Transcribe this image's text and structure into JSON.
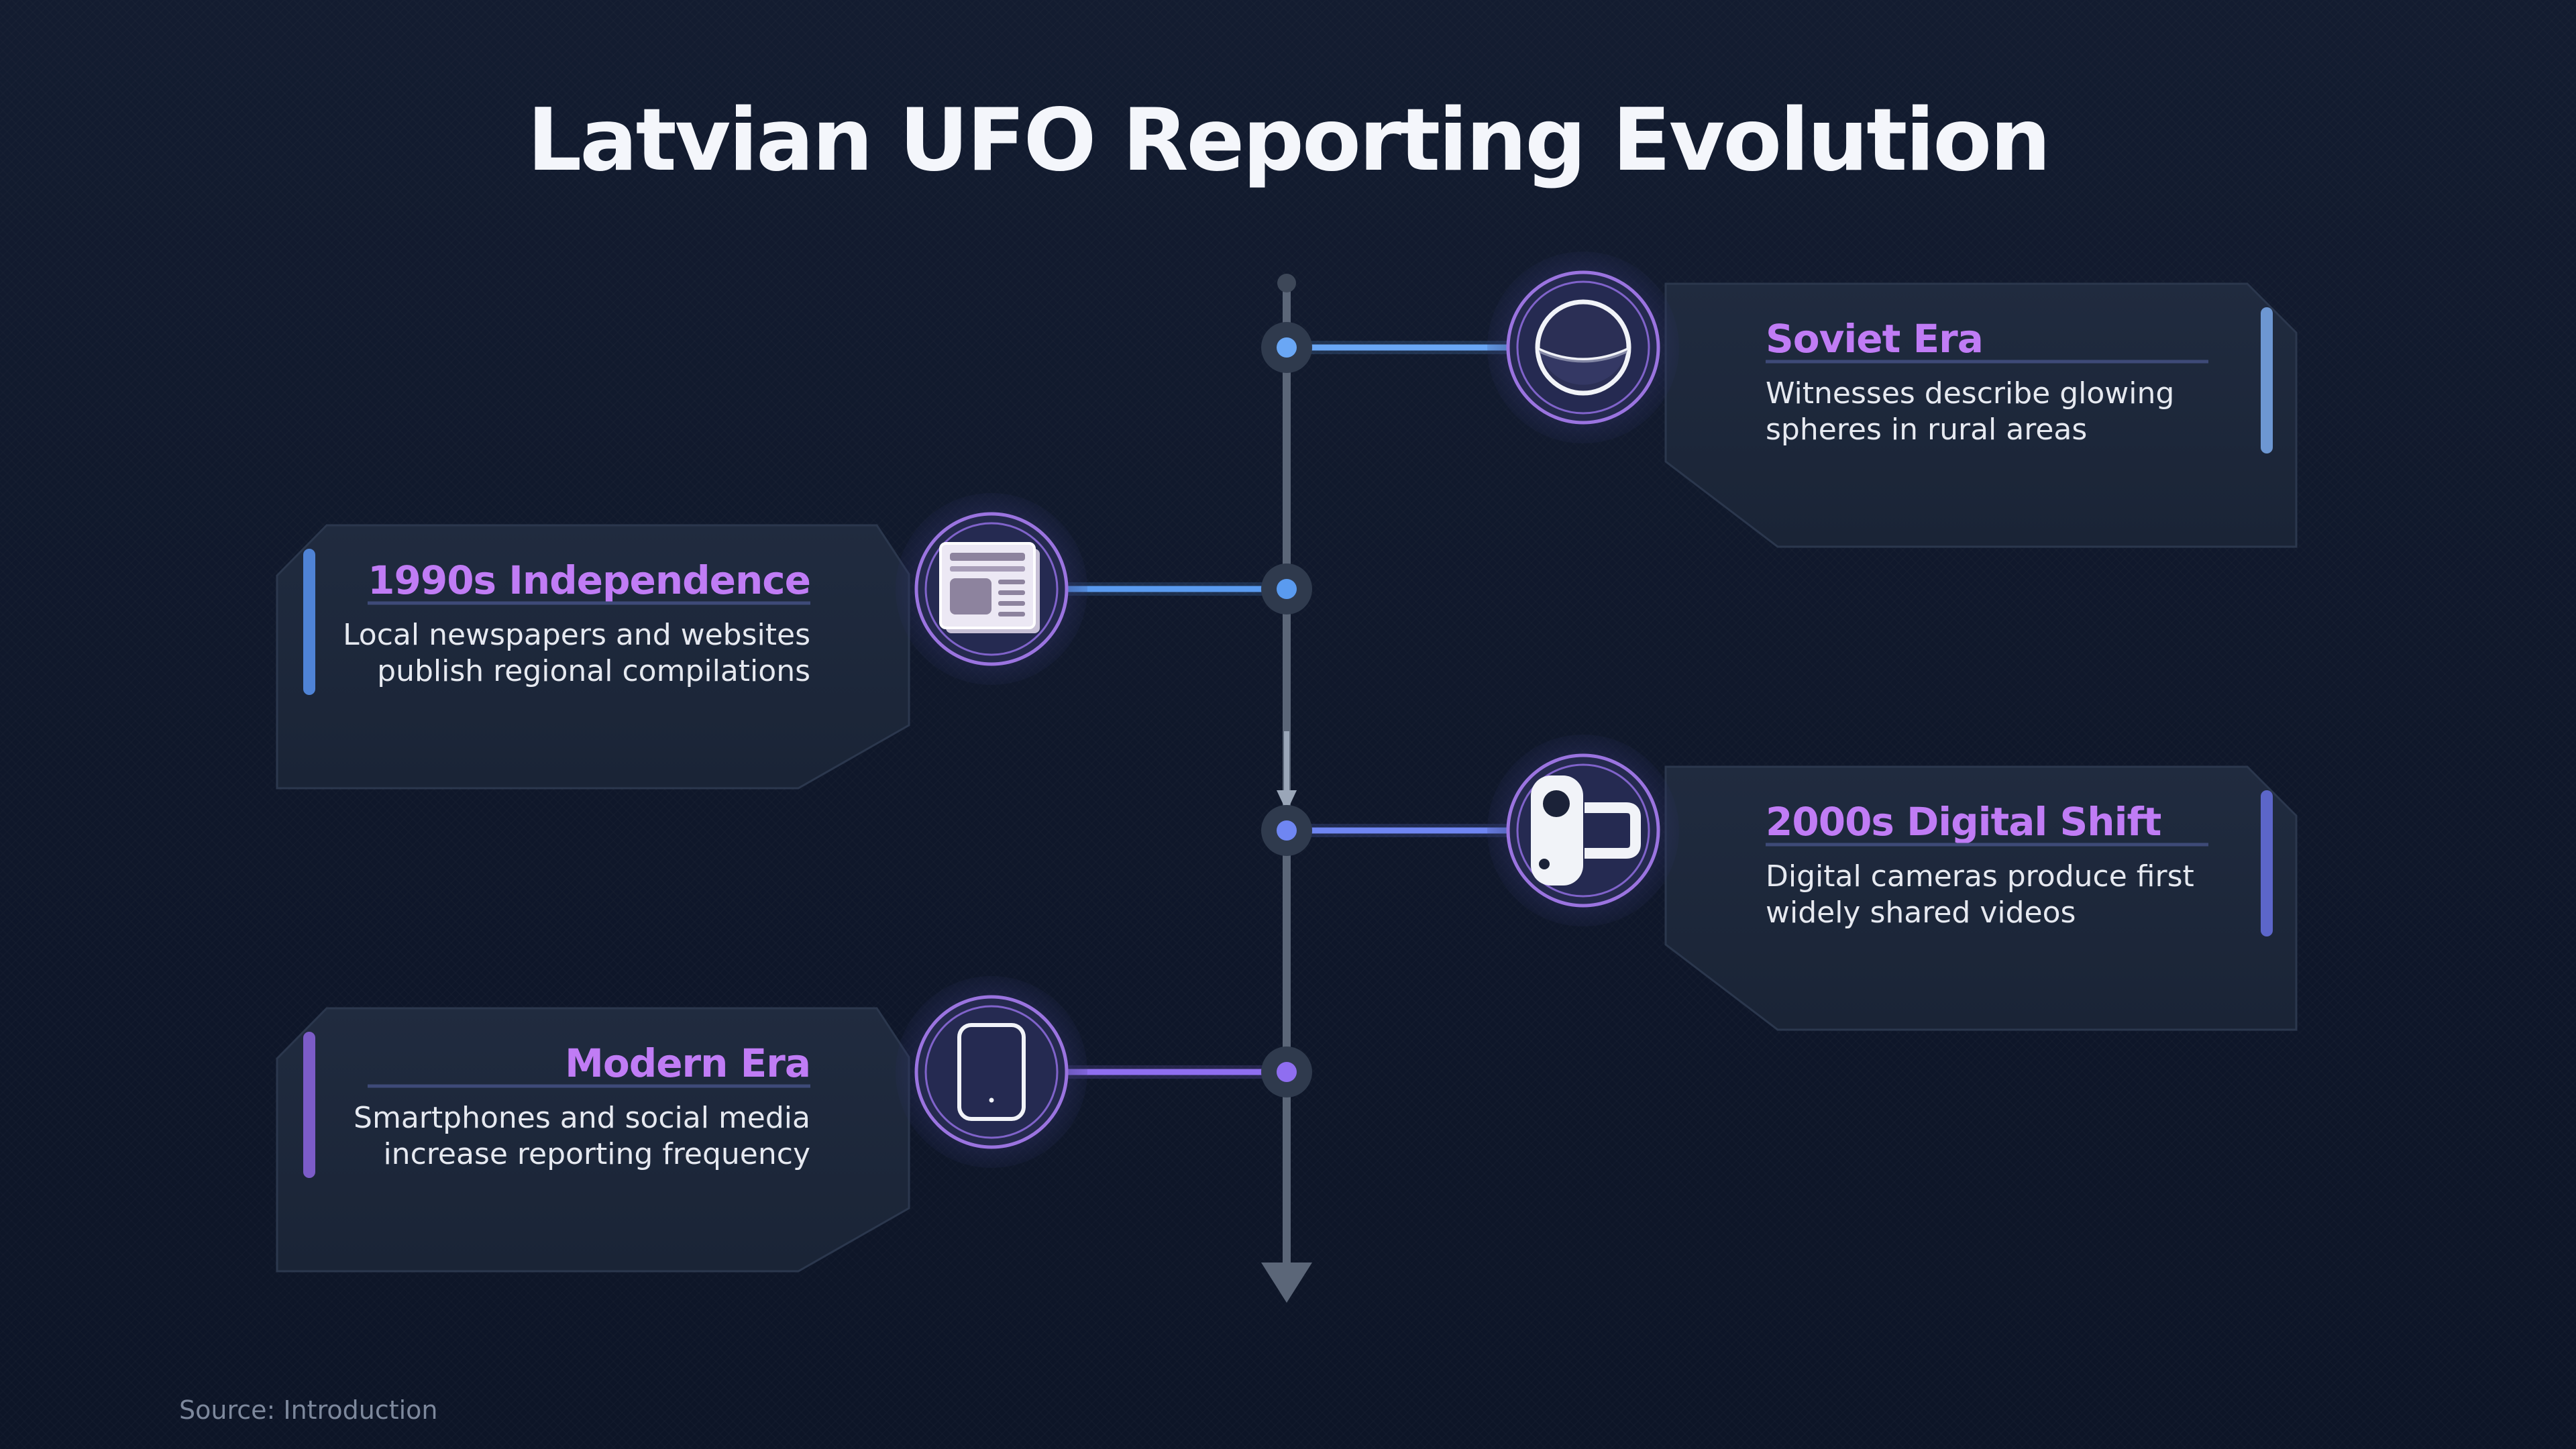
{
  "title": "Latvian UFO Reporting Evolution",
  "source": "Source: Introduction",
  "colors": {
    "background": "#0f172a",
    "card": "#1e293b",
    "axis": "#64748b",
    "title_accent": "#c07cf5",
    "blue": "#60a5fa",
    "indigo": "#6d7cf0",
    "violet": "#8b6cf0"
  },
  "events": [
    {
      "title": "Soviet Era",
      "desc": [
        "Witnesses describe glowing",
        "spheres in rural areas"
      ],
      "icon": "glowing-sphere-icon",
      "side": "right"
    },
    {
      "title": "1990s Independence",
      "desc": [
        "Local newspapers and websites",
        "publish regional compilations"
      ],
      "icon": "newspaper-icon",
      "side": "left"
    },
    {
      "title": "2000s Digital Shift",
      "desc": [
        "Digital cameras produce first",
        "widely shared videos"
      ],
      "icon": "video-camera-icon",
      "side": "right"
    },
    {
      "title": "Modern Era",
      "desc": [
        "Smartphones and social media",
        "increase reporting frequency"
      ],
      "icon": "smartphone-icon",
      "side": "left"
    }
  ]
}
